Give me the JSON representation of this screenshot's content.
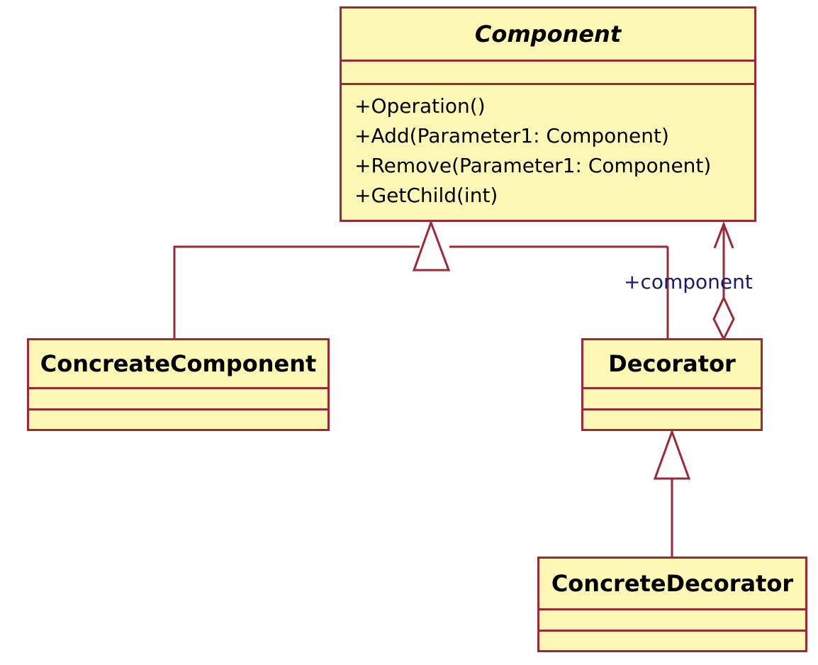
{
  "diagram": {
    "classes": {
      "component": {
        "name": "Component",
        "abstract": true,
        "operations": [
          "+Operation()",
          "+Add(Parameter1: Component)",
          "+Remove(Parameter1: Component)",
          "+GetChild(int)"
        ]
      },
      "concreate_component": {
        "name": "ConcreateComponent"
      },
      "decorator": {
        "name": "Decorator"
      },
      "concrete_decorator": {
        "name": "ConcreteDecorator"
      }
    },
    "relations": {
      "decorator_to_component_role": "+component"
    },
    "colors": {
      "class_fill": "#fdf8b6",
      "class_border": "#9b2a35",
      "role_text": "#1b1b6b"
    }
  }
}
